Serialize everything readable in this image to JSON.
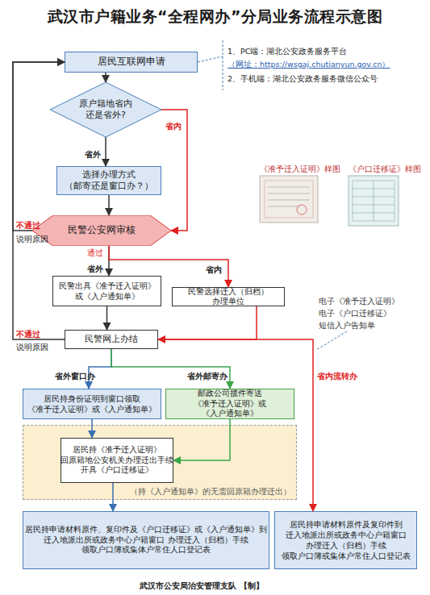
{
  "diagram": {
    "title": "武汉市户籍业务“全程网办”分局业务流程示意图",
    "caption": "武汉市公安局治安管理支队 【制】",
    "nodes": [
      {
        "text": [
          "居民互联网申请"
        ]
      },
      {
        "text": [
          "原户籍地省内 还是省外?"
        ]
      },
      {
        "text": [
          "选择办理方式 （邮寄还是窗口办？）"
        ]
      },
      {
        "text": [
          "民警公安网审核"
        ]
      },
      {
        "text": [
          "民警出具《准予迁入证明》 或《入户通知单》"
        ]
      },
      {
        "text": [
          "民警选择迁入（归档）办理单位"
        ]
      },
      {
        "text": [
          "民警网上办结"
        ]
      },
      {
        "text": [
          "居民持身份证明到窗口领取 《准予迁入证明》或《入户通知单》"
        ]
      },
      {
        "text": [
          "邮政公司揽件寄送 《准予迁入证明》或《入户通知单》"
        ]
      },
      {
        "text": [
          "（持《入户通知单》的无需回原籍办理迁出）"
        ]
      },
      {
        "text": [
          "居民持《准予迁入证明》 回原籍地公安机关办理迁出手续 开具《户口迁移证》"
        ],
        "in": 9
      },
      {
        "text": [
          "居民持申请材料原件、复印件及《户口迁移证》或《入户通知单》到 迁入地派出所或政务中心户籍窗口 办理迁入（归档）手续 领取户口簿或集体户常住人口登记表"
        ]
      },
      {
        "text": [
          "居民持申请材料原件及复印件到 迁入地派出所或政务中心户籍窗口 办理迁入（归档）手续 领取户口簿或集体户常住人口登记表"
        ]
      }
    ],
    "edges": [
      {
        "from": 0,
        "to": 1,
        "arrow": "to"
      },
      {
        "from": 1,
        "to": 3,
        "label": "省内",
        "arrow": "to"
      },
      {
        "from": 1,
        "to": 2,
        "label": "省外",
        "arrow": "to"
      },
      {
        "from": 2,
        "to": 3,
        "arrow": "to"
      },
      {
        "from": 3,
        "to": 0,
        "label": "不通过",
        "arrow": "to"
      },
      {
        "from": 3,
        "to": 4,
        "label": "省外",
        "arrow": "to"
      },
      {
        "from": 3,
        "to": 5,
        "label": "省内",
        "arrow": "to"
      },
      {
        "from": 4,
        "to": 6,
        "arrow": "to"
      },
      {
        "from": 5,
        "to": 6,
        "arrow": "to"
      },
      {
        "from": 6,
        "to": 0,
        "label": "不通过",
        "arrow": "to"
      },
      {
        "from": 6,
        "to": 7,
        "label": "省外窗口办",
        "arrow": "to"
      },
      {
        "from": 6,
        "to": 8,
        "label": "省外邮寄办",
        "arrow": "to"
      },
      {
        "from": 6,
        "to": 12,
        "label": "省内流转办",
        "arrow": "to"
      },
      {
        "from": 7,
        "to": 10,
        "arrow": "to"
      },
      {
        "from": 8,
        "to": 10,
        "arrow": "to"
      },
      {
        "from": 10,
        "to": 11,
        "arrow": "to"
      }
    ],
    "labels": [
      "1、PC端：湖北公安政务服务平台",
      "（网址：https://wsgaj.chutianyun.gov.cn）",
      "2、手机端：湖北公安政务服务微信公众号",
      "《准予迁入证明》样图",
      "《户口迁移证》样图",
      "说明原因",
      "通过",
      "电子《准予迁入证明》",
      "电子《户口迁移证》",
      "短信入户告知单",
      "说明原因"
    ]
  }
}
